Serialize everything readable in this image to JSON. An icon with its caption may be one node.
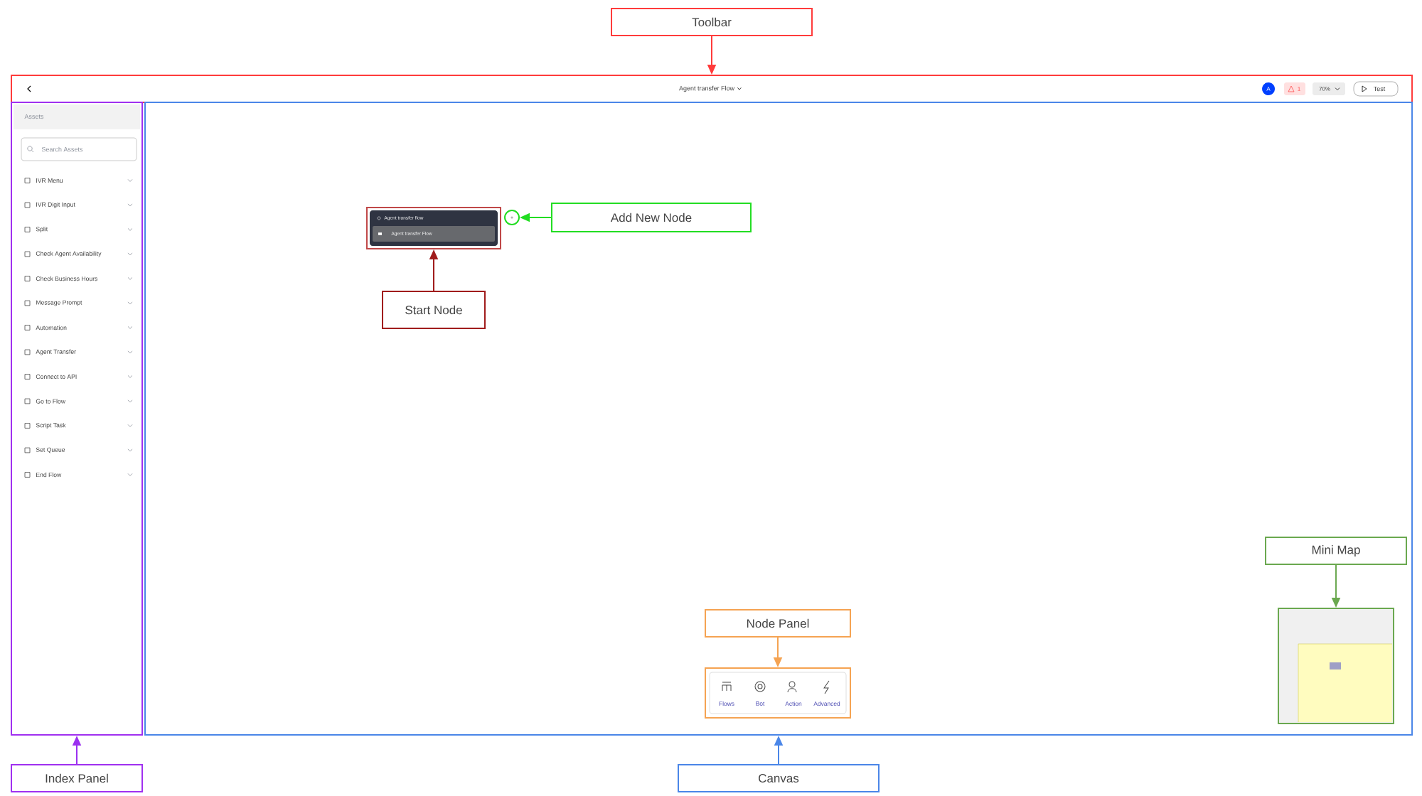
{
  "diagram": {
    "nodes": [
      {
        "text": [
          "Toolbar"
        ]
      },
      {
        "text": [
          "Agent transfer Flow",
          "A",
          "1",
          "70%",
          "Test"
        ]
      },
      {
        "text": [
          "Assets",
          "Search Assets",
          "IVR Menu",
          "IVR Digit Input",
          "Split",
          "Check Agent Availability",
          "Check Business Hours",
          "Message Prompt",
          "Automation",
          "Agent Transfer",
          "Connect to API",
          "Go to Flow",
          "Script Task",
          "Set Queue",
          "End Flow"
        ]
      },
      {
        "text": [],
        "shape": "box"
      },
      {
        "text": [
          "Agent transfer flow",
          "Agent transfer Flow"
        ],
        "in": 3
      },
      {
        "text": [],
        "shape": "circle",
        "in": 3
      },
      {
        "text": [
          "Flows",
          "Bot",
          "Action",
          "Advanced"
        ],
        "in": 3
      },
      {
        "text": [],
        "shape": "box",
        "in": 3
      },
      {
        "text": [
          "Add New Node"
        ],
        "in": 3
      },
      {
        "text": [
          "Start Node"
        ],
        "in": 3
      },
      {
        "text": [
          "Node Panel"
        ],
        "in": 3
      },
      {
        "text": [
          "Mini Map"
        ],
        "in": 3
      },
      {
        "text": [
          "Index Panel"
        ]
      },
      {
        "text": [
          "Canvas"
        ]
      }
    ],
    "edges": [
      {
        "from": 0,
        "to": 1,
        "arrow": "to",
        "color": "#ff3b3b"
      },
      {
        "from": 8,
        "to": 5,
        "arrow": "to",
        "color": "#22dd22"
      },
      {
        "from": 9,
        "to": 4,
        "arrow": "to",
        "color": "#a01c1c"
      },
      {
        "from": 10,
        "to": 6,
        "arrow": "to",
        "color": "#f5a352"
      },
      {
        "from": 11,
        "to": 7,
        "arrow": "to",
        "color": "#6aa84f"
      },
      {
        "from": 12,
        "to": 2,
        "arrow": "to",
        "color": "#9b30f0"
      },
      {
        "from": 13,
        "to": 3,
        "arrow": "to",
        "color": "#4a86e8"
      }
    ]
  }
}
